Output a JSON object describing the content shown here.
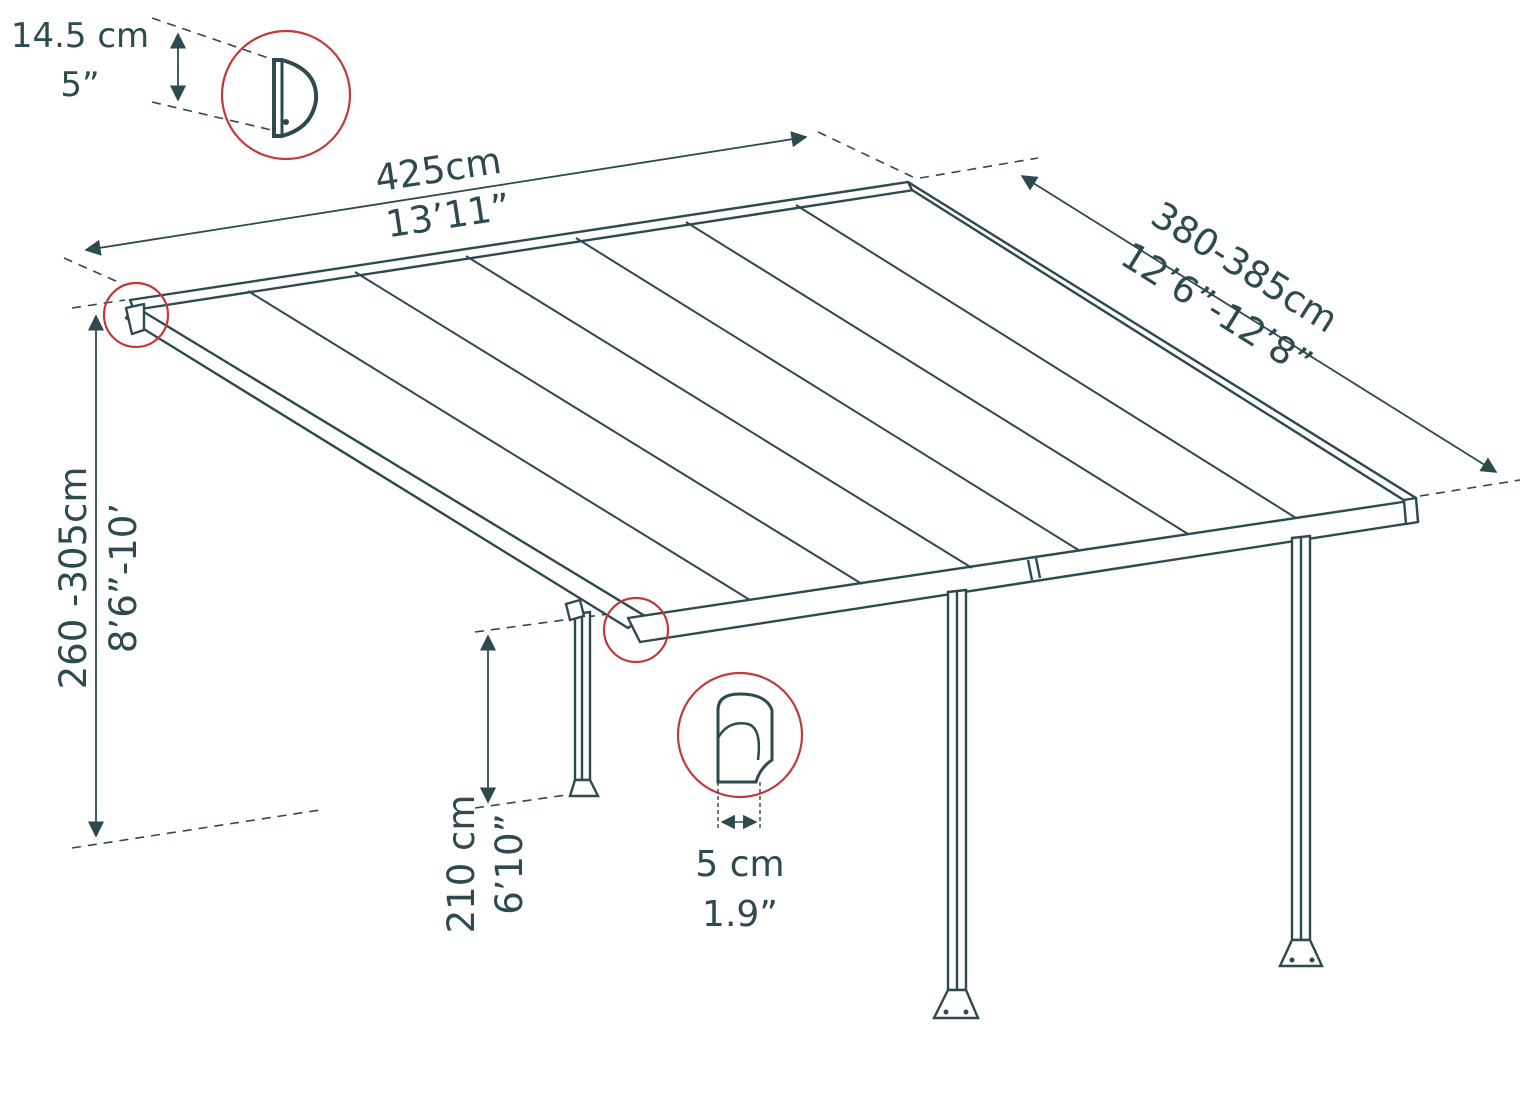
{
  "colors": {
    "line": "#2d4a4f",
    "callout": "#c0393b",
    "background": "#ffffff"
  },
  "gutter_profile": {
    "metric": "14.5 cm",
    "imperial": "5”"
  },
  "width": {
    "metric": "425cm",
    "imperial": "13’11”"
  },
  "depth": {
    "metric": "380-385cm",
    "imperial": "12’6”-12’8”"
  },
  "wall_height": {
    "metric": "260 -305cm",
    "imperial": "8’6”-10’"
  },
  "post_height": {
    "metric": "210 cm",
    "imperial": "6’10”"
  },
  "downpipe": {
    "metric": "5 cm",
    "imperial": "1.9”"
  }
}
